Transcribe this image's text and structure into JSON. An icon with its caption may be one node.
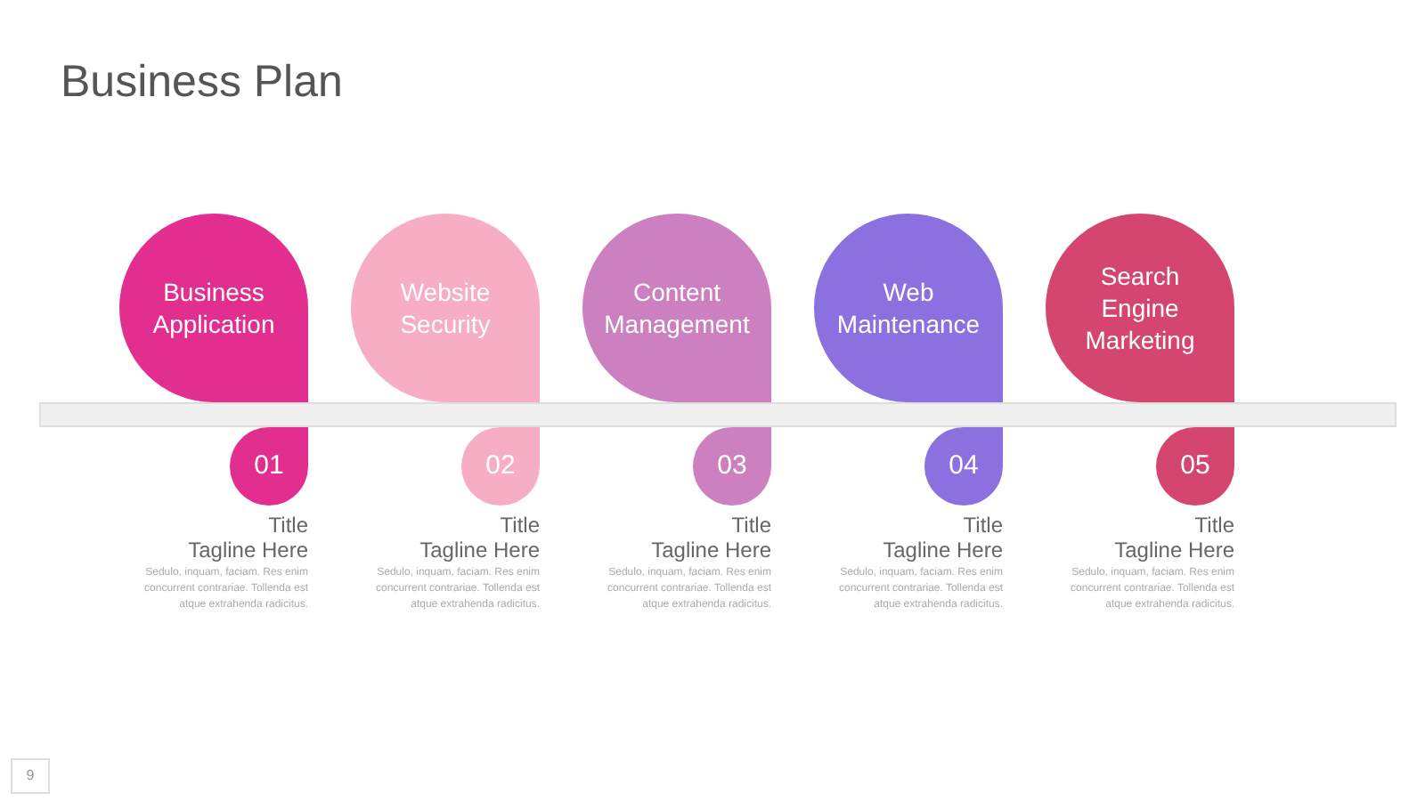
{
  "diagram": {
    "title": "Business Plan",
    "nodes": [
      {
        "text": [
          "Business Application"
        ]
      },
      {
        "text": [
          "01"
        ],
        "beside": [
          "Title",
          "Tagline Here",
          "Sedulo, inquam, faciam. Res enim concurrent contrariae. Tollenda est atque extrahenda radicitus."
        ]
      },
      {
        "text": [
          "Website Security"
        ]
      },
      {
        "text": [
          "02"
        ],
        "beside": [
          "Title",
          "Tagline Here",
          "Sedulo, inquam, faciam. Res enim concurrent contrariae. Tollenda est atque extrahenda radicitus."
        ]
      },
      {
        "text": [
          "Content Management"
        ]
      },
      {
        "text": [
          "03"
        ],
        "beside": [
          "Title",
          "Tagline Here",
          "Sedulo, inquam, faciam. Res enim concurrent contrariae. Tollenda est atque extrahenda radicitus."
        ]
      },
      {
        "text": [
          "Web Maintenance"
        ]
      },
      {
        "text": [
          "04"
        ],
        "beside": [
          "Title",
          "Tagline Here",
          "Sedulo, inquam, faciam. Res enim concurrent contrariae. Tollenda est atque extrahenda radicitus."
        ]
      },
      {
        "text": [
          "Search Engine Marketing"
        ]
      },
      {
        "text": [
          "05"
        ],
        "beside": [
          "Title",
          "Tagline Here",
          "Sedulo, inquam, faciam. Res enim concurrent contrariae. Tollenda est atque extrahenda radicitus."
        ]
      },
      {
        "text": [],
        "shape": "bar"
      }
    ],
    "labels": [
      "9"
    ]
  }
}
